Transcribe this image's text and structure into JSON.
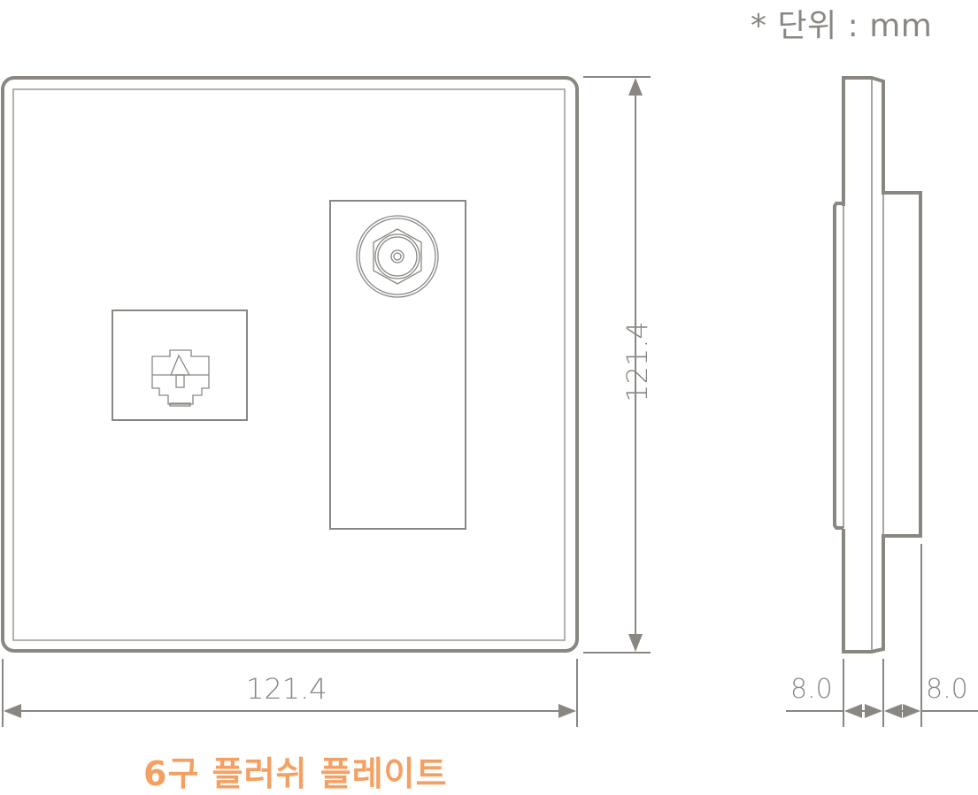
{
  "header": {
    "unit_note": "* 단위 : mm"
  },
  "front_view": {
    "width_label": "121.4",
    "height_label": "121.4",
    "modules": [
      {
        "type": "rj45-data-jack",
        "icon": "ethernet-port-icon"
      },
      {
        "type": "coaxial-tv-jack",
        "icon": "coax-connector-icon"
      }
    ]
  },
  "side_view": {
    "depth_front_label": "8.0",
    "depth_back_label": "8.0"
  },
  "caption": {
    "title": "6구 플러쉬 플레이트"
  },
  "colors": {
    "line": "#8a8782",
    "accent": "#f5a063",
    "background": "#ffffff"
  }
}
